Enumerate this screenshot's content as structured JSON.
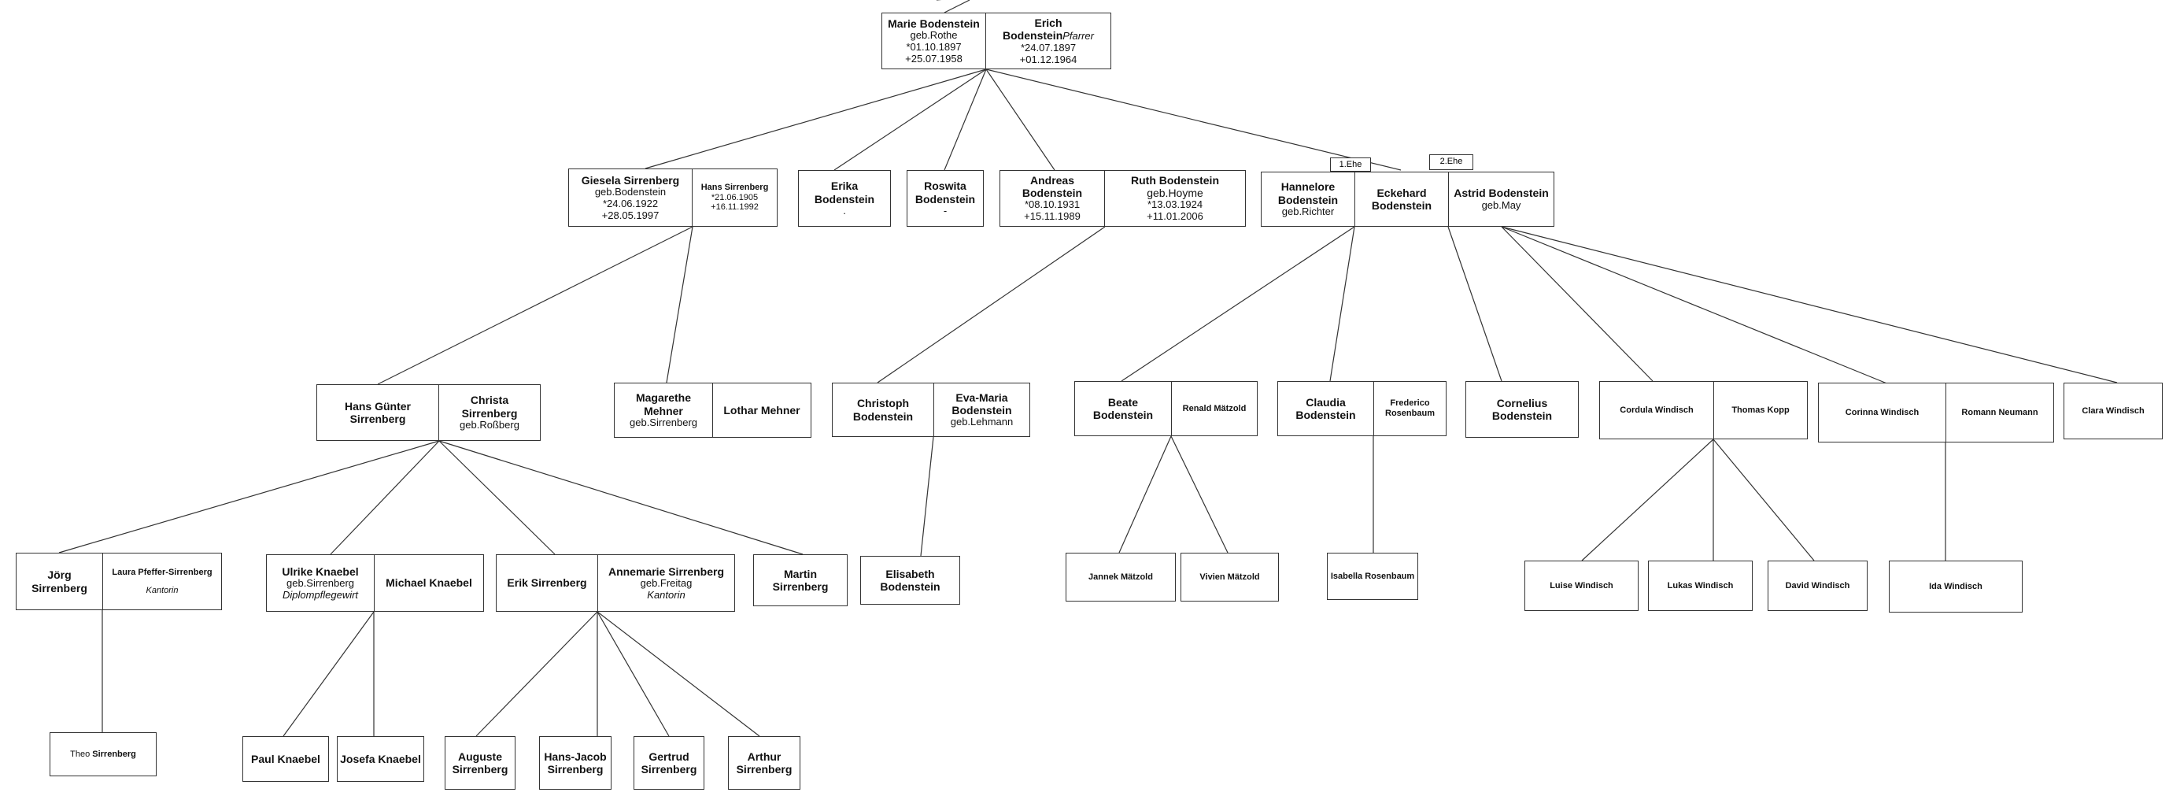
{
  "people": {
    "marie": {
      "name": "Marie Bodenstein",
      "l1": "geb.Rothe",
      "l2": "*01.10.1897",
      "l3": "+25.07.1958"
    },
    "erich": {
      "name": "Erich Bodenstein",
      "role": "Pfarrer",
      "l1": "*24.07.1897",
      "l2": "+01.12.1964"
    },
    "giesela": {
      "name": "Giesela Sirrenberg",
      "l1": "geb.Bodenstein",
      "l2": "*24.06.1922",
      "l3": "+28.05.1997"
    },
    "hans": {
      "name": "Hans Sirrenberg",
      "l1": "*21.06.1905",
      "l2": "+16.11.1992"
    },
    "erika": {
      "name": "Erika Bodenstein",
      "l1": "."
    },
    "roswita": {
      "name": "Roswita\nBodenstein",
      "l1": "-"
    },
    "andreas": {
      "name": "Andreas Bodenstein",
      "l1": "*08.10.1931",
      "l2": "+15.11.1989"
    },
    "ruth": {
      "name": "Ruth Bodenstein",
      "role": "geb.Hoyme",
      "l1": "*13.03.1924",
      "l2": "+11.01.2006"
    },
    "hannelore": {
      "name": "Hannelore\nBodenstein",
      "l1": "geb.Richter"
    },
    "eckehard": {
      "name": "Eckehard\nBodenstein"
    },
    "astrid": {
      "name": "Astrid Bodenstein",
      "l1": "geb.May"
    },
    "hansguenter": {
      "name": "Hans Günter Sirrenberg"
    },
    "christa": {
      "name": "Christa Sirrenberg",
      "l1": "geb.Roßberg"
    },
    "magarethe": {
      "name": "Magarethe Mehner",
      "l1": "geb.Sirrenberg"
    },
    "lothar": {
      "name": "Lothar Mehner"
    },
    "christoph": {
      "name": "Christoph\nBodenstein"
    },
    "evamaria": {
      "name": "Eva-Maria\nBodenstein",
      "l1": "geb.Lehmann"
    },
    "beate": {
      "name": "Beate Bodenstein"
    },
    "renald": {
      "name": "Renald Mätzold"
    },
    "claudia": {
      "name": "Claudia\nBodenstein"
    },
    "frederico": {
      "name": "Frederico\nRosenbaum"
    },
    "cornelius": {
      "name": "Cornelius Bodenstein"
    },
    "cordula": {
      "name": "Cordula Windisch"
    },
    "thomas": {
      "name": "Thomas Kopp"
    },
    "corinna": {
      "name": "Corinna Windisch"
    },
    "romann": {
      "name": "Romann Neumann"
    },
    "clara": {
      "name": "Clara Windisch"
    },
    "joerg": {
      "name": "Jörg Sirrenberg"
    },
    "laura": {
      "name": "Laura Pfeffer-Sirrenberg",
      "i1": "Kantorin"
    },
    "ulrike": {
      "name": "Ulrike Knaebel",
      "l1": "geb.Sirrenberg",
      "i1": "Diplompflegewirt"
    },
    "michael": {
      "name": "Michael Knaebel"
    },
    "erik": {
      "name": "Erik Sirrenberg"
    },
    "annemarie": {
      "name": "Annemarie Sirrenberg",
      "l1": "geb.Freitag",
      "i1": "Kantorin"
    },
    "martin": {
      "name": "Martin Sirrenberg"
    },
    "elisabeth": {
      "name": "Elisabeth\nBodenstein"
    },
    "jannek": {
      "name": "Jannek Mätzold"
    },
    "vivien": {
      "name": "Vivien Mätzold"
    },
    "isabella": {
      "name": "Isabella Rosenbaum"
    },
    "luise": {
      "name": "Luise Windisch"
    },
    "lukas": {
      "name": "Lukas Windisch"
    },
    "david": {
      "name": "David Windisch"
    },
    "ida": {
      "name": "Ida Windisch"
    },
    "theo": {
      "first": "Theo",
      "last": "Sirrenberg"
    },
    "paul": {
      "name": "Paul Knaebel"
    },
    "josefa": {
      "name": "Josefa Knaebel"
    },
    "auguste": {
      "name": "Auguste\nSirrenberg"
    },
    "hansjacob": {
      "name": "Hans-Jacob\nSirrenberg"
    },
    "gertrud": {
      "name": "Gertrud\nSirrenberg"
    },
    "arthur": {
      "name": "Arthur\nSirrenberg"
    }
  },
  "tags": {
    "first_marriage": "1.Ehe",
    "second_marriage": "2.Ehe"
  }
}
